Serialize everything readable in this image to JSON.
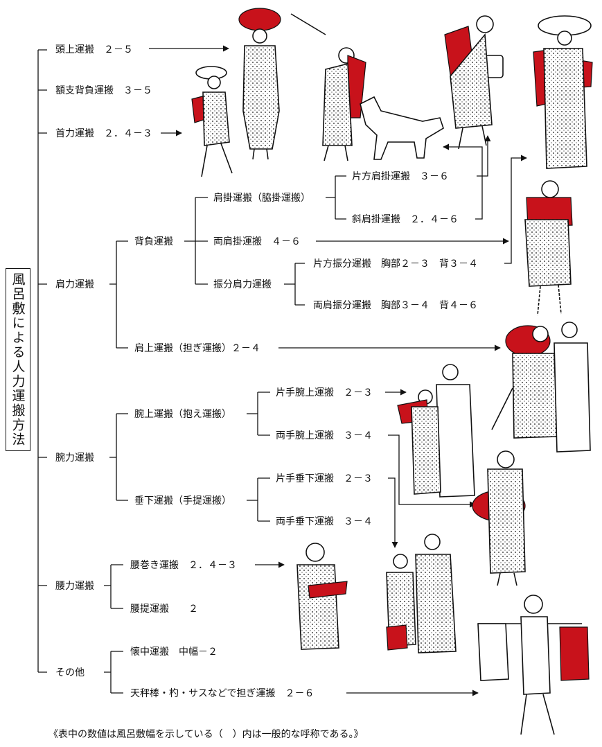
{
  "title": "風呂敷による人力運搬方法",
  "caption": "《表中の数値は風呂敷幅を示している（　）内は一般的な呼称である。》",
  "colors": {
    "accent_red": "#c8121b",
    "ink": "#111111"
  },
  "nodes": {
    "head": "頭上運搬　２－５",
    "forehead": "額支背負運搬　３－５",
    "neck": "首力運搬　２．４－３",
    "shoulder": "肩力運搬",
    "carry_back": "背負運搬",
    "shoulder_hang": "肩掛運搬（脇掛運搬）",
    "one_shoulder": "片方肩掛運搬　３－６",
    "diagonal": "斜肩掛運搬　２．４－６",
    "both_shoulders": "両肩掛運搬　４－６",
    "split_shoulder": "振分肩力運搬",
    "one_split": "片方振分運搬　胸部２－３　背３－４",
    "both_split": "両肩振分運搬　胸部３－４　背４－６",
    "on_shoulder": "肩上運搬（担ぎ運搬）２－４",
    "arm": "腕力運搬",
    "on_arm": "腕上運搬（抱え運搬）",
    "one_hand_arm": "片手腕上運搬　２－３",
    "two_hand_arm": "両手腕上運搬　３－４",
    "hang_down": "垂下運搬（手提運搬）",
    "one_hand_hang": "片手垂下運搬　２－３",
    "two_hand_hang": "両手垂下運搬　３－４",
    "waist": "腰力運搬",
    "waist_wrap": "腰巻き運搬　２．４－３",
    "waist_hang": "腰提運搬　　２",
    "other": "その他",
    "bosom": "懐中運搬　中幅－２",
    "pole": "天秤棒・杓・サスなどで担ぎ運搬　２－６"
  },
  "illustrations": [
    "figure-head-carry",
    "figure-neck-carry",
    "figure-forehead-carry",
    "dog",
    "figure-one-shoulder",
    "figure-diagonal-shoulder",
    "figure-both-shoulders",
    "figure-shoulder-pair",
    "figure-arm-carry-pair",
    "figure-hang-down",
    "figure-waist-wrap",
    "figure-hand-pair",
    "figure-pole-carry"
  ]
}
